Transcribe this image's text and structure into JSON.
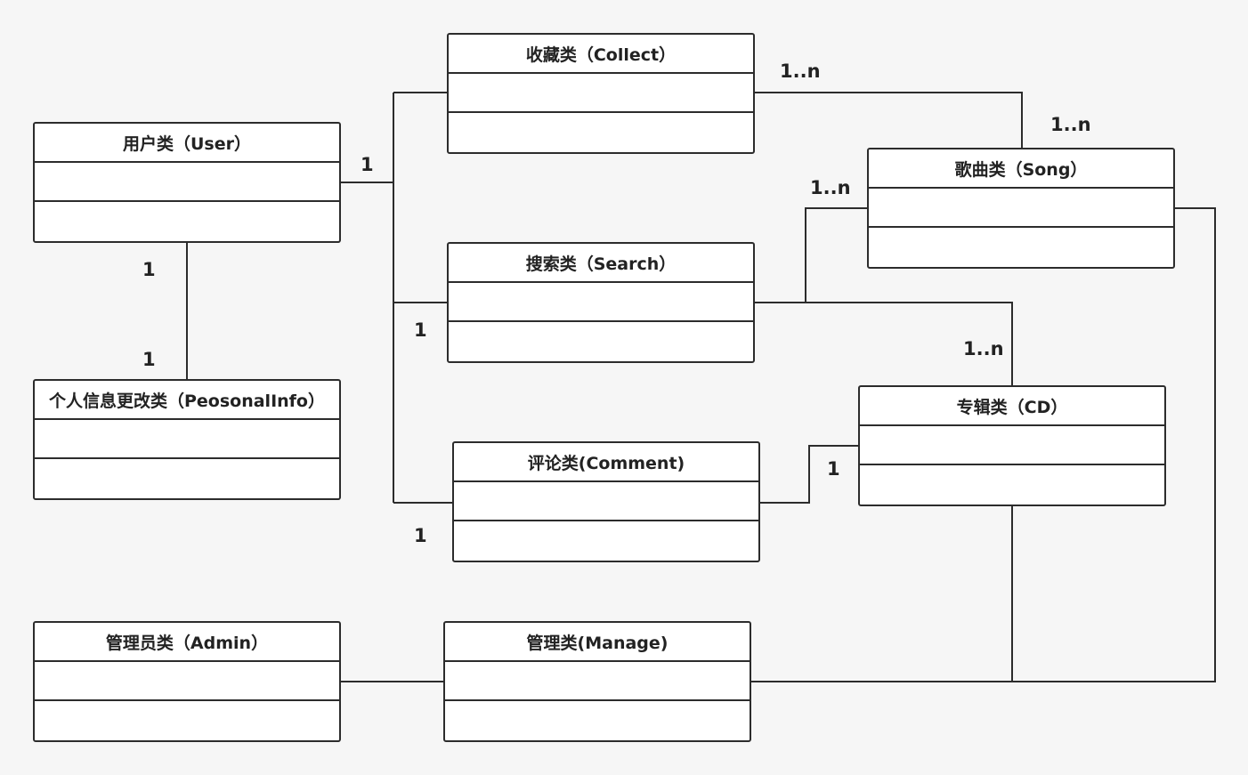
{
  "classes": {
    "user": "用户类（User）",
    "personal_info": "个人信息更改类（PeosonalInfo）",
    "collect": "收藏类（Collect）",
    "search": "搜索类（Search）",
    "comment": "评论类(Comment)",
    "song": "歌曲类（Song）",
    "cd": "专辑类（CD）",
    "admin": "管理员类（Admin）",
    "manage": "管理类(Manage)"
  },
  "multiplicities": {
    "user_to_children": "1",
    "user_to_personal_top": "1",
    "user_to_personal_bottom": "1",
    "collect_to_song_near_collect": "1..n",
    "collect_to_song_near_song": "1..n",
    "search_to_song": "1..n",
    "search_near_user": "1",
    "search_to_cd": "1..n",
    "comment_near_user": "1",
    "comment_to_cd": "1"
  }
}
